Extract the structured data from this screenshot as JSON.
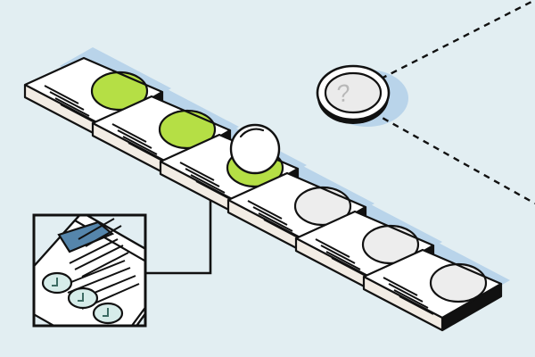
{
  "illustration": {
    "title": "Isometric document pipeline with question puck",
    "background_color": "#e2eef2",
    "shadow_band_color": "#b9d4ea",
    "outline_color": "#111111",
    "card_face_color": "#ffffff",
    "card_left_edge_color": "#f2ece4",
    "card_right_edge_color": "#111111",
    "active_marker_color": "#b5df45",
    "inactive_marker_color": "#ededed",
    "sphere_color": "#ffffff",
    "inset_highlight_color": "#5585ab",
    "inset_badge_color": "#d6ece9",
    "puck_face_color": "#ebebeb",
    "puck_glyph": "?",
    "puck_glyph_color": "#b8b8b8",
    "connector_color": "#111111",
    "dashed_line_color": "#111111"
  },
  "cards": [
    {
      "id": "card-1",
      "name": "document-card-1",
      "marker": "filled",
      "marker_color": "#b5df45",
      "text_lines": 4,
      "has_sphere": false
    },
    {
      "id": "card-2",
      "name": "document-card-2",
      "marker": "filled",
      "marker_color": "#b5df45",
      "text_lines": 4,
      "has_sphere": false
    },
    {
      "id": "card-3",
      "name": "document-card-3",
      "marker": "filled",
      "marker_color": "#b5df45",
      "text_lines": 4,
      "has_sphere": true
    },
    {
      "id": "card-4",
      "name": "document-card-4",
      "marker": "empty",
      "marker_color": "#ededed",
      "text_lines": 4,
      "has_sphere": false
    },
    {
      "id": "card-5",
      "name": "document-card-5",
      "marker": "empty",
      "marker_color": "#ededed",
      "text_lines": 4,
      "has_sphere": false
    },
    {
      "id": "card-6",
      "name": "document-card-6",
      "marker": "empty",
      "marker_color": "#ededed",
      "text_lines": 4,
      "has_sphere": false
    }
  ],
  "puck": {
    "name": "question-puck",
    "glyph": "?",
    "has_halo": true,
    "halo_color": "#b9d4ea"
  },
  "inset": {
    "name": "detail-inset",
    "border_color": "#111111",
    "highlight_block_color": "#5585ab",
    "badge_count": 3,
    "badge_color": "#d6ece9",
    "badge_glyph": "⌐",
    "text_lines": 9
  },
  "connector": {
    "name": "inset-connector",
    "from": "document-card-3",
    "to": "detail-inset"
  },
  "dashed_lines": [
    {
      "name": "dashed-ray-upper",
      "direction": "up-right"
    },
    {
      "name": "dashed-ray-lower",
      "direction": "down-right"
    }
  ]
}
